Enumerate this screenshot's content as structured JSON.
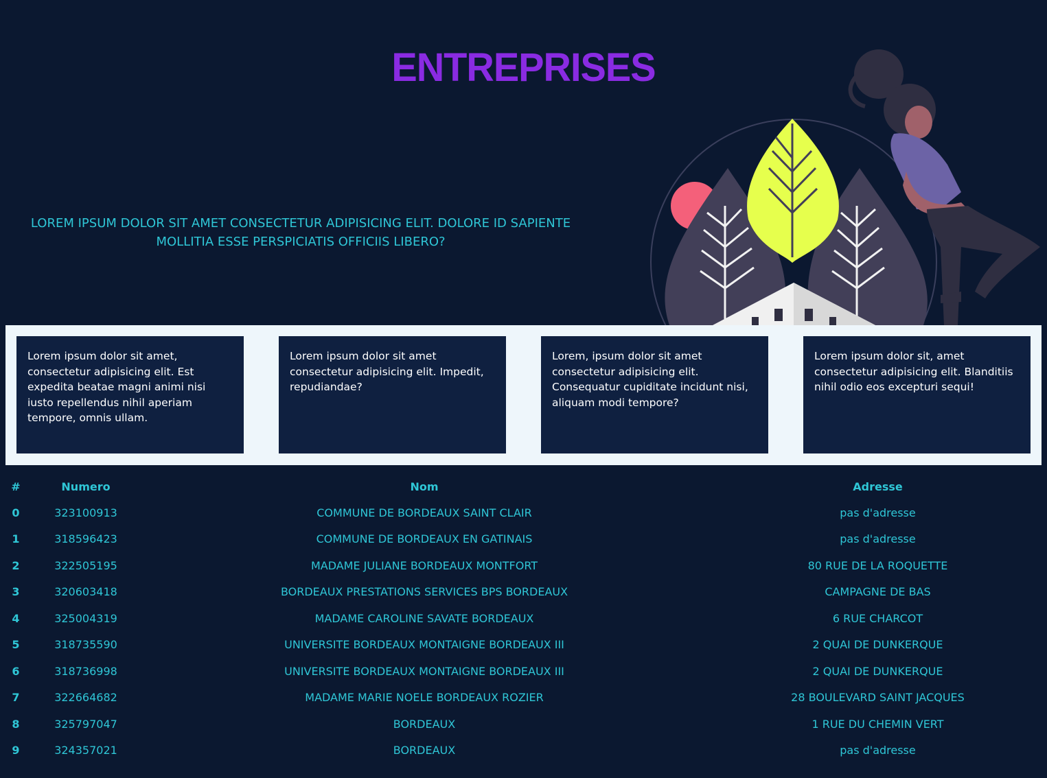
{
  "header": {
    "title": "ENTREPRISES",
    "lead": "LOREM IPSUM DOLOR SIT AMET CONSECTETUR ADIPISICING ELIT. DOLORE ID SAPIENTE MOLLITIA ESSE PERSPICIATIS OFFICIIS LIBERO?"
  },
  "colors": {
    "background": "#0b1830",
    "title": "#8a2be2",
    "accent_text": "#2fc6d6",
    "card_bg": "#0f2040",
    "band_bg": "#eef6fb"
  },
  "cards": [
    "Lorem ipsum dolor sit amet, consectetur adipisicing elit. Est expedita beatae magni animi nisi iusto repellendus nihil aperiam tempore, omnis ullam.",
    "Lorem ipsum dolor sit amet consectetur adipisicing elit. Impedit, repudiandae?",
    "Lorem, ipsum dolor sit amet consectetur adipisicing elit. Consequatur cupiditate incidunt nisi, aliquam modi tempore?",
    "Lorem ipsum dolor sit, amet consectetur adipisicing elit. Blanditiis nihil odio eos excepturi sequi!"
  ],
  "table": {
    "headers": [
      "#",
      "Numero",
      "Nom",
      "Adresse"
    ],
    "rows": [
      [
        "0",
        "323100913",
        "COMMUNE DE BORDEAUX SAINT CLAIR",
        "pas d'adresse"
      ],
      [
        "1",
        "318596423",
        "COMMUNE DE BORDEAUX EN GATINAIS",
        "pas d'adresse"
      ],
      [
        "2",
        "322505195",
        "MADAME JULIANE BORDEAUX MONTFORT",
        "80 RUE DE LA ROQUETTE"
      ],
      [
        "3",
        "320603418",
        "BORDEAUX PRESTATIONS SERVICES BPS BORDEAUX",
        "CAMPAGNE DE BAS"
      ],
      [
        "4",
        "325004319",
        "MADAME CAROLINE SAVATE BORDEAUX",
        "6 RUE CHARCOT"
      ],
      [
        "5",
        "318735590",
        "UNIVERSITE BORDEAUX MONTAIGNE BORDEAUX III",
        "2 QUAI DE DUNKERQUE"
      ],
      [
        "6",
        "318736998",
        "UNIVERSITE BORDEAUX MONTAIGNE BORDEAUX III",
        "2 QUAI DE DUNKERQUE"
      ],
      [
        "7",
        "322664682",
        "MADAME MARIE NOELE BORDEAUX ROZIER",
        "28 BOULEVARD SAINT JACQUES"
      ],
      [
        "8",
        "325797047",
        "BORDEAUX",
        "1 RUE DU CHEMIN VERT"
      ],
      [
        "9",
        "324357021",
        "BORDEAUX",
        "pas d'adresse"
      ]
    ]
  }
}
